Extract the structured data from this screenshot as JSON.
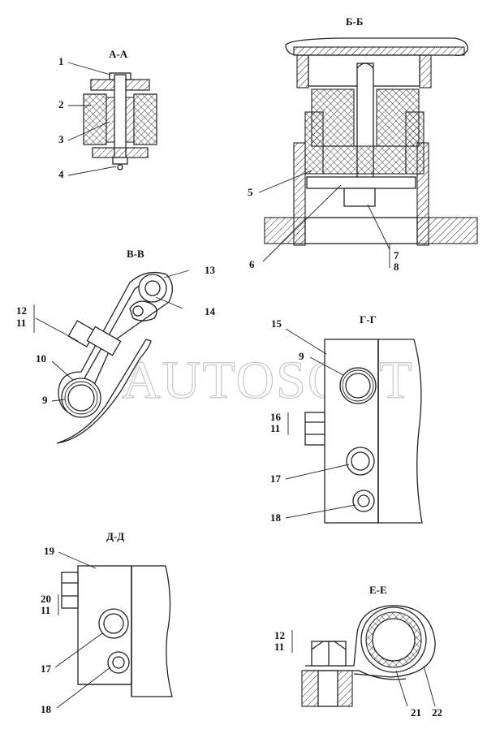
{
  "sections": {
    "aa": "А-А",
    "bb": "Б-Б",
    "vv": "В-В",
    "gg": "Г-Г",
    "dd": "Д-Д",
    "ee": "Е-Е"
  },
  "callouts": {
    "c1": "1",
    "c2": "2",
    "c3": "3",
    "c4": "4",
    "c5": "5",
    "c6": "6",
    "c7": "7",
    "c8": "8",
    "c9a": "9",
    "c9b": "9",
    "c10": "10",
    "c11a": "11",
    "c12a": "12",
    "c13": "13",
    "c14": "14",
    "c15": "15",
    "c16": "16",
    "c11b": "11",
    "c17a": "17",
    "c18a": "18",
    "c19": "19",
    "c20": "20",
    "c11c": "11",
    "c17b": "17",
    "c18b": "18",
    "c12b": "12",
    "c11d": "11",
    "c21": "21",
    "c22": "22"
  },
  "watermark": "AUTOSOFT"
}
